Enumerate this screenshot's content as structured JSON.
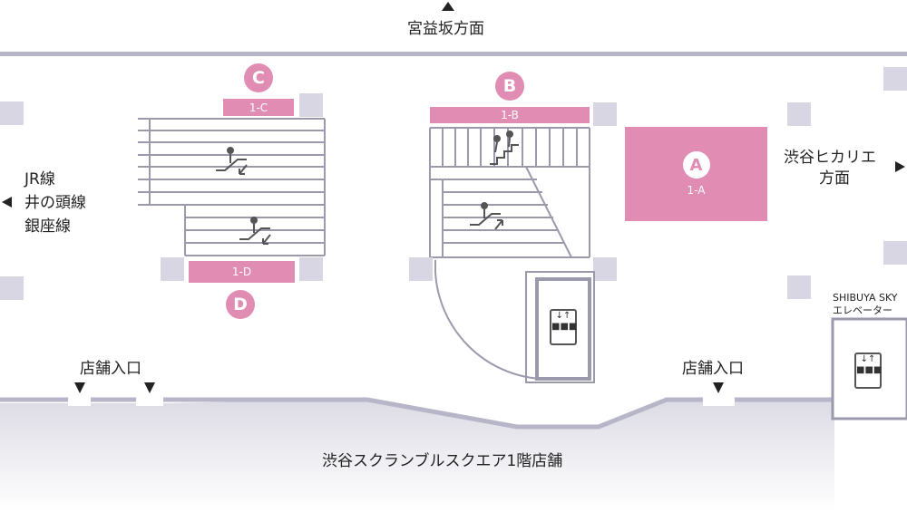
{
  "directions": {
    "north": "宮益坂方面",
    "west_lines": [
      "JR線",
      "井の頭線",
      "銀座線"
    ],
    "east_lines": [
      "渋谷ヒカリエ",
      "方面"
    ],
    "south": "渋谷スクランブルスクエア1階店舗"
  },
  "entrances": [
    {
      "label": "店舗入口"
    },
    {
      "label": "店舗入口"
    }
  ],
  "exits": [
    {
      "letter": "A",
      "code": "1-A"
    },
    {
      "letter": "B",
      "code": "1-B"
    },
    {
      "letter": "C",
      "code": "1-C"
    },
    {
      "letter": "D",
      "code": "1-D"
    }
  ],
  "sky_elevator": {
    "name": "SHIBUYA SKY",
    "label": "エレベーター"
  },
  "icons": [
    "escalator-icon",
    "stairs-icon",
    "elevator-icon",
    "arrow-icon"
  ],
  "colors": {
    "accent": "#e08cb3",
    "wall": "#b7b6c9",
    "pillar": "#d7d6e2",
    "line": "#9b9aac",
    "text": "#222222"
  }
}
